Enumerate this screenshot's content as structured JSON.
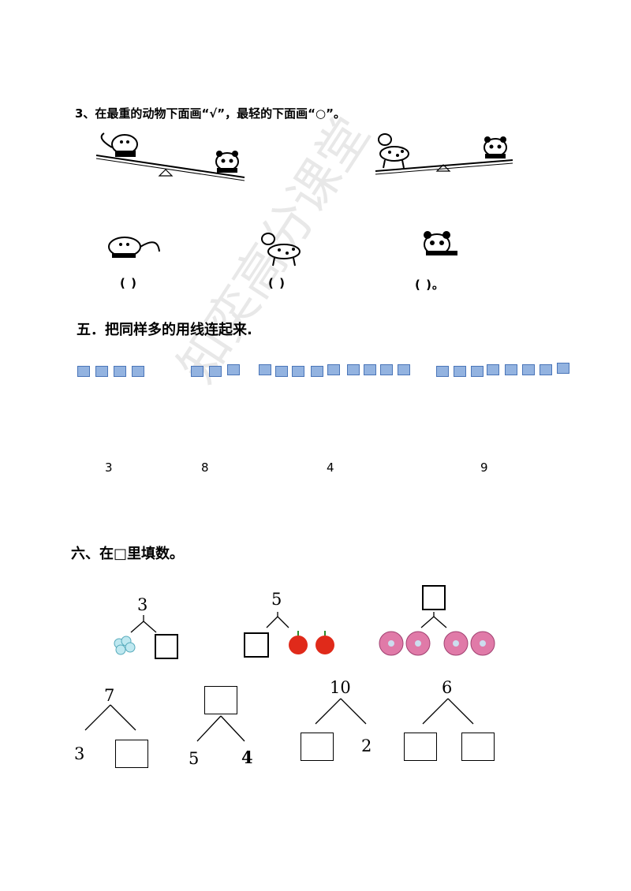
{
  "watermark": "知奕高分课堂",
  "q3": {
    "title": "3、在最重的动物下面画“√”，最轻的下面画“○”。",
    "answers": [
      "(     )",
      "(     )",
      "(     )。"
    ]
  },
  "q5": {
    "title": "五．把同样多的用线连起来.",
    "numbers": [
      "3",
      "8",
      "4",
      "9"
    ]
  },
  "q6": {
    "title": "六、在□里填数。",
    "top_row": [
      "3",
      "5"
    ],
    "bottom_row": {
      "tree1_top": "7",
      "tree1_left": "3",
      "tree2_left": "5",
      "tree2_right": "4",
      "tree3_top": "10",
      "tree3_right": "2",
      "tree4_top": "6"
    }
  },
  "colors": {
    "square_fill": "#93b3e0",
    "square_border": "#4a75b8",
    "flower": "#e07aa8",
    "apple": "#e02a1a"
  }
}
